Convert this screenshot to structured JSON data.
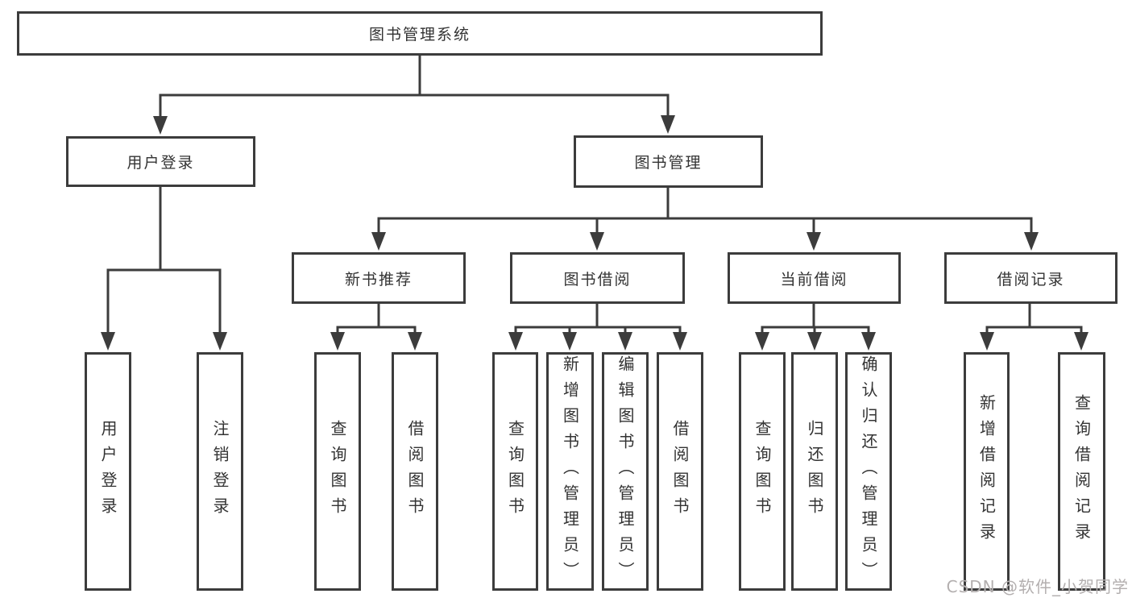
{
  "theme": {
    "line": "#3c3c3c",
    "text": "#333333",
    "bg": "#ffffff",
    "watermark": "#b3afaf"
  },
  "diagram": {
    "root": {
      "label": "图书管理系统"
    },
    "level2": [
      {
        "label": "用户登录"
      },
      {
        "label": "图书管理"
      }
    ],
    "level3": [
      {
        "label": "新书推荐"
      },
      {
        "label": "图书借阅"
      },
      {
        "label": "当前借阅"
      },
      {
        "label": "借阅记录"
      }
    ],
    "groups": {
      "user_login": {
        "leaves": [
          "用户登录",
          "注销登录"
        ]
      },
      "new_books": {
        "leaves": [
          "查询图书",
          "借阅图书"
        ]
      },
      "book_borrow": {
        "leaves": [
          "查询图书",
          "新增图书（管理员）",
          "编辑图书（管理员）",
          "借阅图书"
        ]
      },
      "current_borrow": {
        "leaves": [
          "查询图书",
          "归还图书",
          "确认归还（管理员）"
        ]
      },
      "borrow_records": {
        "leaves": [
          "新增借阅记录",
          "查询借阅记录"
        ]
      }
    }
  },
  "footer": {
    "watermark_text": "CSDN @软件_小贺同学"
  }
}
